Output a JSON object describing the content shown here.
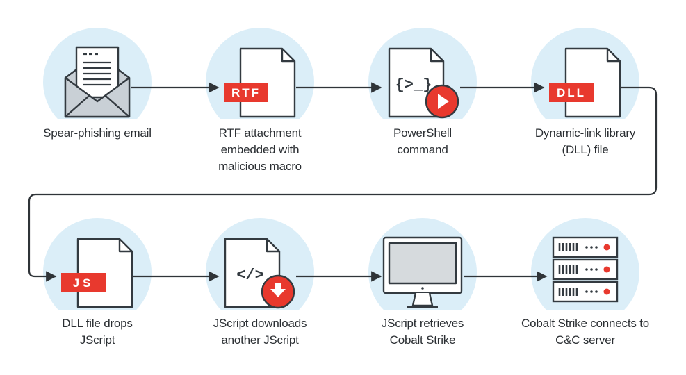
{
  "colors": {
    "stroke": "#333a40",
    "accent": "#e8392e",
    "circle": "#dbeef8",
    "screen": "#d6dadd",
    "arrow": "#2f3438"
  },
  "steps": [
    {
      "label": "Spear-phishing email",
      "icon": "envelope-icon"
    },
    {
      "label": "RTF attachment embedded with malicious macro",
      "icon": "document-icon",
      "badge": "RTF"
    },
    {
      "label": "PowerShell command",
      "icon": "document-icon",
      "code": "{>_}",
      "overlay": "play-icon"
    },
    {
      "label": "Dynamic-link library (DLL) file",
      "icon": "document-icon",
      "badge": "DLL"
    },
    {
      "label": "DLL file drops JScript",
      "icon": "document-icon",
      "badge": "JS"
    },
    {
      "label": "JScript downloads another JScript",
      "icon": "document-icon",
      "code": "</>",
      "overlay": "download-icon"
    },
    {
      "label": "JScript retrieves Cobalt Strike",
      "icon": "monitor-icon"
    },
    {
      "label": "Cobalt Strike connects to C&C server",
      "icon": "server-icon"
    }
  ]
}
